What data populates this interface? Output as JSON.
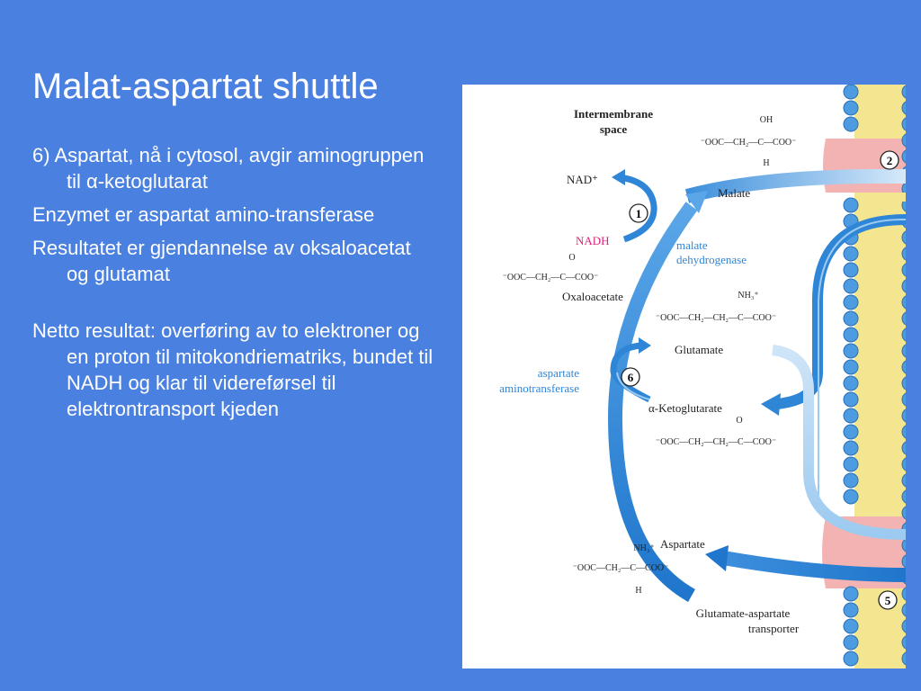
{
  "slide": {
    "title": "Malat-aspartat shuttle",
    "bullets": [
      {
        "text": "6) Aspartat, nå i cytosol, avgir aminogruppen til α-ketoglutarat"
      },
      {
        "text": "Enzymet er aspartat amino-transferase"
      },
      {
        "text": "Resultatet er gjendannelse av oksaloacetat og glutamat"
      },
      {
        "text": "Netto resultat: overføring av to elektroner og en proton til mitokondriematriks, bundet til NADH og klar til videreførsel til elektrontransport kjeden"
      }
    ]
  },
  "diagram": {
    "intermembrane": [
      "Intermembrane",
      "space"
    ],
    "nad_plus": "NAD⁺",
    "nadh": "NADH",
    "malate": "Malate",
    "malate_dh": [
      "malate",
      "dehydrogenase"
    ],
    "oxaloacetate": "Oxaloacetate",
    "glutamate": "Glutamate",
    "aspartate_at": [
      "aspartate",
      "aminotransferase"
    ],
    "akg": "α-Ketoglutarate",
    "aspartate": "Aspartate",
    "transporter": [
      "Glutamate-aspartate",
      "transporter"
    ],
    "steps": {
      "s1": "1",
      "s2": "2",
      "s5": "5",
      "s6": "6"
    },
    "structures": {
      "malate_oh": "OH",
      "malate_chain": "⁻OOC—CH₂—C—COO⁻",
      "malate_h": "H",
      "oaa_o": "O",
      "oaa_chain": "⁻OOC—CH₂—C—COO⁻",
      "glu_nh3": "NH₃⁺",
      "glu_chain": "⁻OOC—CH₂—CH₂—C—COO⁻",
      "akg_o": "O",
      "akg_chain": "⁻OOC—CH₂—CH₂—C—COO⁻",
      "asp_nh3": "NH₃⁺",
      "asp_chain": "⁻OOC—CH₂—C—COO⁻",
      "asp_h": "H"
    },
    "colors": {
      "arrow": "#2f86d6",
      "arrow_light": "#9ccaf0",
      "nadh": "#e0207a",
      "enzyme": "#2f86d6",
      "membrane": "#f4b3b3",
      "lipid": "#f4e590"
    }
  }
}
